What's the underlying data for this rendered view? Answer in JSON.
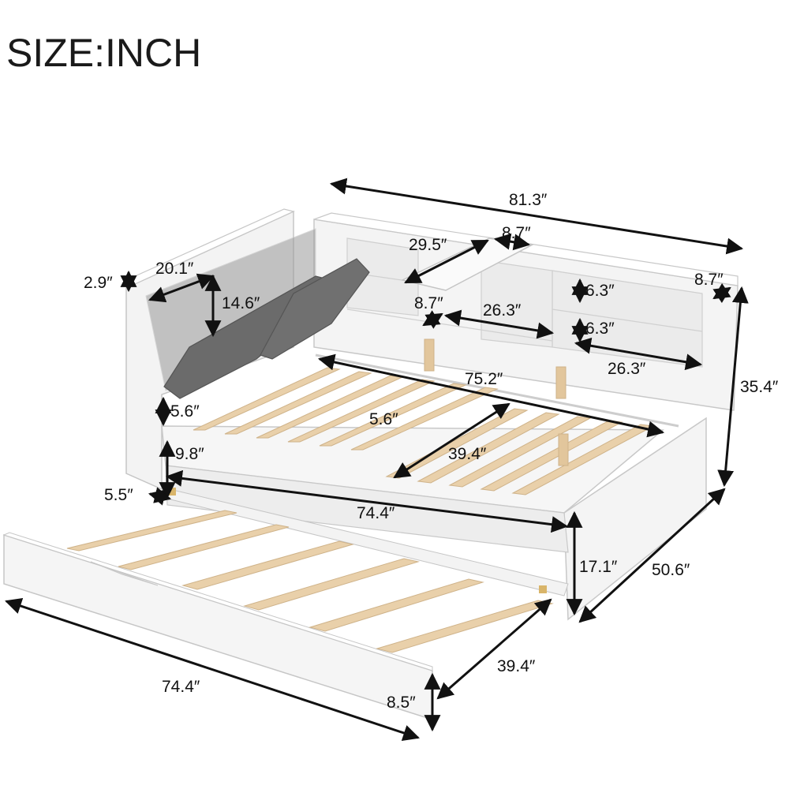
{
  "title": "SIZE:INCH",
  "colors": {
    "frame": "#f2f2f2",
    "frame_stroke": "#c9c9c9",
    "slat": "#e8cfa9",
    "slat_stroke": "#cfb38a",
    "cushion": "#6e6e6e",
    "panel_interior": "#8a8a8a",
    "arrow": "#111111"
  },
  "dimensions": {
    "overall_length": "81.3″",
    "shelf_width_29": "29.5″",
    "shelf_depth_top": "8.7″",
    "end_shelf_depth": "8.7″",
    "headboard_thickness": "2.9″",
    "storage_width": "20.1″",
    "storage_height": "14.6″",
    "shelf_height_1": "6.3″",
    "shelf_height_2": "6.3″",
    "shelf_depth_mid": "8.7″",
    "shelf_length_mid": "26.3″",
    "shelf_length_bottom": "26.3″",
    "overall_height": "35.4″",
    "mattress_length": "75.2″",
    "side_rail_height": "5.6″",
    "slat_gap": "5.6″",
    "mattress_width": "39.4″",
    "rail_to_floor": "9.8″",
    "trundle_offset": "5.5″",
    "inner_length": "74.4″",
    "bed_height": "17.1″",
    "overall_width": "50.6″",
    "trundle_width": "39.4″",
    "trundle_length": "74.4″",
    "trundle_height": "8.5″"
  },
  "icons": [
    "dimension-arrow-icon"
  ]
}
